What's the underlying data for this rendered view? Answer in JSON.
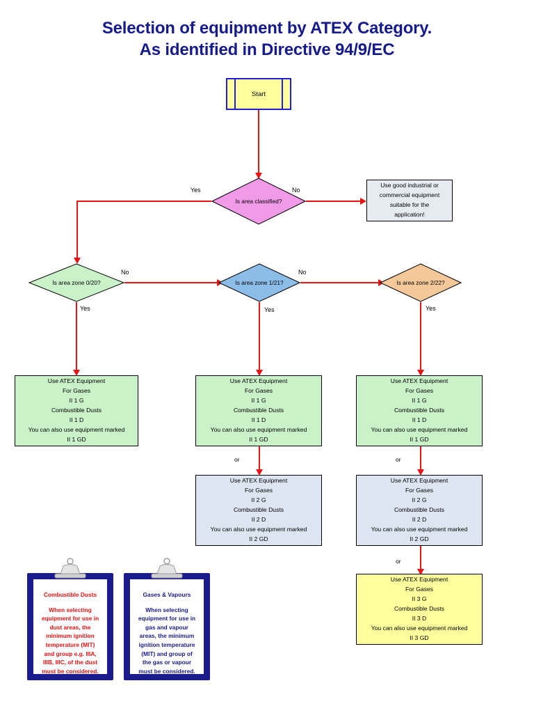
{
  "title": {
    "line1": "Selection of equipment by ATEX Category.",
    "line2": "As identified in Directive 94/9/EC",
    "color": "#151a8c"
  },
  "colors": {
    "connector": "#e81313",
    "start_fill": "#ffff9e",
    "start_border": "#1f1fcf",
    "decision_classified": "#f09ae8",
    "decision_zone0": "#c9f2c9",
    "decision_zone1": "#8cbde8",
    "decision_zone2": "#f5c89a",
    "box_gray": "#e6ebf2",
    "box_green": "#c9f2c9",
    "box_blue": "#dde5f2",
    "box_yellow": "#ffff9e",
    "note_dust_text": "#e81313",
    "note_gas_text": "#1a1a8c",
    "note_border": "#1a1a8c"
  },
  "nodes": {
    "start": {
      "label": "Start"
    },
    "is_classified": {
      "label": "Is area classified?"
    },
    "good_industrial": {
      "lines": [
        "Use good industrial or",
        "commercial equipment",
        "suitable for the",
        "application!"
      ]
    },
    "zone_0_20": {
      "line1": "Is area zone",
      "line2": "0/20?"
    },
    "zone_1_21": {
      "line1": "Is area zone",
      "line2": "1/21?"
    },
    "zone_2_22": {
      "line1": "Is area zone",
      "line2": "2/22?"
    },
    "cat1_left": {
      "lines": [
        "Use ATEX Equipment",
        "For Gases",
        "II 1 G",
        "Combustible Dusts",
        "II 1 D",
        "You can also use equipment marked",
        "II 1 GD"
      ]
    },
    "cat1_mid": {
      "lines": [
        "Use ATEX Equipment",
        "For Gases",
        "II 1 G",
        "Combustible Dusts",
        "II 1 D",
        "You can also use equipment marked",
        "II 1 GD"
      ]
    },
    "cat1_right": {
      "lines": [
        "Use ATEX Equipment",
        "For Gases",
        "II 1 G",
        "Combustible Dusts",
        "II 1 D",
        "You can also use equipment marked",
        "II 1 GD"
      ]
    },
    "cat2_mid": {
      "lines": [
        "Use ATEX Equipment",
        "For Gases",
        "II 2 G",
        "Combustible Dusts",
        "II 2 D",
        "You can also use equipment marked",
        "II 2 GD"
      ]
    },
    "cat2_right": {
      "lines": [
        "Use ATEX Equipment",
        "For Gases",
        "II 2 G",
        "Combustible Dusts",
        "II 2 D",
        "You can also use equipment marked",
        "II 2 GD"
      ]
    },
    "cat3_right": {
      "lines": [
        "Use ATEX Equipment",
        "For Gases",
        "II 3 G",
        "Combustible Dusts",
        "II 3 D",
        "You can also use equipment marked",
        "II 3 GD"
      ]
    }
  },
  "edge_labels": {
    "classified_yes": "Yes",
    "classified_no": "No",
    "zone0_no": "No",
    "zone0_yes": "Yes",
    "zone1_no": "No",
    "zone1_yes": "Yes",
    "zone2_yes": "Yes",
    "or_mid": "or",
    "or_right_1": "or",
    "or_right_2": "or"
  },
  "notes": {
    "dust": {
      "title": "Combustible Dusts",
      "lines": [
        "When selecting",
        "equipment for use in",
        "dust areas, the",
        "minimum ignition",
        "temperature (MIT)",
        "and group e.g. IIIA,",
        "IIIB, IIIC, of the  dust",
        "must be considered."
      ]
    },
    "gas": {
      "title": "Gases & Vapours",
      "lines": [
        "When selecting",
        "equipment for use in",
        "gas and vapour",
        "areas, the minimum",
        "ignition temperature",
        "(MIT) and group of",
        "the gas or vapour",
        "must be considered."
      ]
    }
  }
}
